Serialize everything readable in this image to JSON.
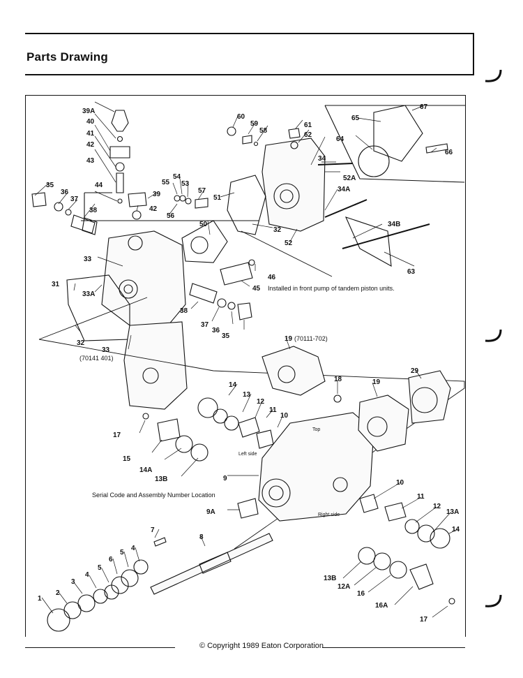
{
  "page": {
    "title": "Parts Drawing",
    "copyright": "© Copyright 1989 Eaton Corporation"
  },
  "drawing": {
    "labels": {
      "l39a": "39A",
      "l40": "40",
      "l41": "41",
      "l42a": "42",
      "l43": "43",
      "l44": "44",
      "l35a": "35",
      "l36a": "36",
      "l37a": "37",
      "l38a": "38",
      "l39": "39",
      "l42b": "42",
      "l55": "55",
      "l54": "54",
      "l53": "53",
      "l57": "57",
      "l56": "56",
      "l60": "60",
      "l59": "59",
      "l58": "58",
      "l61": "61",
      "l62": "62",
      "l64": "64",
      "l65": "65",
      "l67": "67",
      "l66": "66",
      "l34": "34",
      "l52a": "52A",
      "l34a": "34A",
      "l51": "51",
      "l50": "50",
      "l32a": "32",
      "l52": "52",
      "l34b": "34B",
      "l63": "63",
      "l33a": "33",
      "l31": "31",
      "l33aa": "33A",
      "l46": "46",
      "l45": "45",
      "l38b": "38",
      "l37b": "37",
      "l36b": "36",
      "l35b": "35",
      "l32b": "32",
      "l33b": "33",
      "l70141": "(70141 401)",
      "l19a": "19",
      "l70111": "(70111-702)",
      "l18": "18",
      "l19b": "19",
      "l29": "29",
      "l14a": "14",
      "l13a": "13",
      "l12a": "12",
      "l11a": "11",
      "l10a": "10",
      "l17a": "17",
      "l15": "15",
      "l14aa": "14A",
      "l13b": "13B",
      "l9": "9",
      "l9a": "9A",
      "l10b": "10",
      "l11b": "11",
      "l12b": "12",
      "l13aa": "13A",
      "l14b": "14",
      "l13bb": "13B",
      "l12aa": "12A",
      "l16": "16",
      "l16a": "16A",
      "l17b": "17",
      "l7": "7",
      "l8": "8",
      "l1": "1",
      "l2": "2",
      "l3": "3",
      "l4a": "4",
      "l5a": "5",
      "l6": "6",
      "l5b": "5",
      "l4b": "4"
    },
    "notes": {
      "installed": "Installed in front pump of tandem piston units.",
      "serial": "Serial Code and Assembly Number Location",
      "top": "Top",
      "left_side": "Left side",
      "right_side": "Right side"
    }
  }
}
